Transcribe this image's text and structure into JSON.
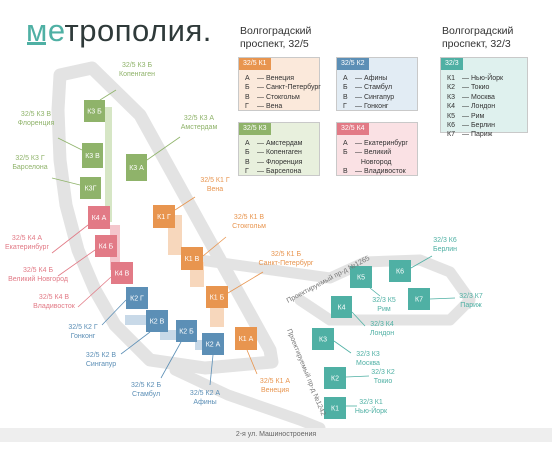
{
  "logo": {
    "accent": "ме",
    "rest": "трополия."
  },
  "headers": {
    "left_line1": "Волгоградский",
    "left_line2": "проспект, 32/5",
    "right_line1": "Волгоградский",
    "right_line2": "проспект, 32/3"
  },
  "colors": {
    "k1": "#e8954f",
    "k1_bg": "#fbe9db",
    "k2": "#5c8fb6",
    "k2_bg": "#e2ecf4",
    "k3": "#8fb36a",
    "k3_bg": "#e8f0dd",
    "k4": "#e27a86",
    "k4_bg": "#fae1e4",
    "k323": "#4fb0a4",
    "k323_bg": "#dff1ee",
    "road": "#e3e3e3"
  },
  "legend": {
    "k1": {
      "title": "32/5 К1",
      "rows": [
        {
          "l": "А",
          "t": "Венеция"
        },
        {
          "l": "Б",
          "t": "Санкт-Петербург"
        },
        {
          "l": "В",
          "t": "Стокгольм"
        },
        {
          "l": "Г",
          "t": "Вена"
        }
      ]
    },
    "k2": {
      "title": "32/5 К2",
      "rows": [
        {
          "l": "А",
          "t": "Афины"
        },
        {
          "l": "Б",
          "t": "Стамбул"
        },
        {
          "l": "В",
          "t": "Сингапур"
        },
        {
          "l": "Г",
          "t": "Гонконг"
        }
      ]
    },
    "k3": {
      "title": "32/5 К3",
      "rows": [
        {
          "l": "А",
          "t": "Амстердам"
        },
        {
          "l": "Б",
          "t": "Копенгаген"
        },
        {
          "l": "В",
          "t": "Флоренция"
        },
        {
          "l": "Г",
          "t": "Барселона"
        }
      ]
    },
    "k4": {
      "title": "32/5 К4",
      "rows": [
        {
          "l": "А",
          "t": "Екатеринбург"
        },
        {
          "l": "Б",
          "t": "Великий"
        },
        {
          "l": "",
          "t": "Новгород"
        },
        {
          "l": "В",
          "t": "Владивосток"
        }
      ]
    },
    "k323": {
      "title": "32/3",
      "rows": [
        {
          "l": "К1",
          "t": "Нью-Йорк"
        },
        {
          "l": "К2",
          "t": "Токио"
        },
        {
          "l": "К3",
          "t": "Москва"
        },
        {
          "l": "К4",
          "t": "Лондон"
        },
        {
          "l": "К5",
          "t": "Рим"
        },
        {
          "l": "К6",
          "t": "Берлин"
        },
        {
          "l": "К7",
          "t": "Париж"
        }
      ]
    }
  },
  "buildings": [
    {
      "id": "k3b",
      "label": "К3 Б",
      "group": "k3"
    },
    {
      "id": "k3a",
      "label": "К3 А",
      "group": "k3"
    },
    {
      "id": "k3v",
      "label": "К3 В",
      "group": "k3"
    },
    {
      "id": "k3g",
      "label": "К3Г",
      "group": "k3"
    },
    {
      "id": "k4a",
      "label": "К4 А",
      "group": "k4"
    },
    {
      "id": "k4b",
      "label": "К4 Б",
      "group": "k4"
    },
    {
      "id": "k4v",
      "label": "К4 В",
      "group": "k4"
    },
    {
      "id": "k1g",
      "label": "К1 Г",
      "group": "k1"
    },
    {
      "id": "k1v",
      "label": "К1 В",
      "group": "k1"
    },
    {
      "id": "k1b",
      "label": "К1 Б",
      "group": "k1"
    },
    {
      "id": "k1a",
      "label": "К1 А",
      "group": "k1"
    },
    {
      "id": "k2g",
      "label": "К2 Г",
      "group": "k2"
    },
    {
      "id": "k2v",
      "label": "К2 В",
      "group": "k2"
    },
    {
      "id": "k2b",
      "label": "К2 Б",
      "group": "k2"
    },
    {
      "id": "k2a",
      "label": "К2 А",
      "group": "k2"
    },
    {
      "id": "b_k5",
      "label": "К5",
      "group": "k323"
    },
    {
      "id": "b_k6",
      "label": "К6",
      "group": "k323"
    },
    {
      "id": "b_k4",
      "label": "К4",
      "group": "k323"
    },
    {
      "id": "b_k7",
      "label": "К7",
      "group": "k323"
    },
    {
      "id": "b_k3",
      "label": "К3",
      "group": "k323"
    },
    {
      "id": "b_k2",
      "label": "К2",
      "group": "k323"
    },
    {
      "id": "b_k1",
      "label": "К1",
      "group": "k323"
    }
  ],
  "labels": [
    {
      "id": "l_k3b",
      "lines": [
        "32/5 К3 Б",
        "Копенгаген"
      ],
      "group": "k3"
    },
    {
      "id": "l_k3v",
      "lines": [
        "32/5 К3 В",
        "Флоренция"
      ],
      "group": "k3"
    },
    {
      "id": "l_k3a",
      "lines": [
        "32/5 К3 А",
        "Амстердам"
      ],
      "group": "k3"
    },
    {
      "id": "l_k3g",
      "lines": [
        "32/5 К3 Г",
        "Барселона"
      ],
      "group": "k3"
    },
    {
      "id": "l_k1g",
      "lines": [
        "32/5 К1 Г",
        "Вена"
      ],
      "group": "k1"
    },
    {
      "id": "l_k1v",
      "lines": [
        "32/5 К1 В",
        "Стокгольм"
      ],
      "group": "k1"
    },
    {
      "id": "l_k1b",
      "lines": [
        "32/5 К1 Б",
        "Санкт-Петербург"
      ],
      "group": "k1"
    },
    {
      "id": "l_k1a",
      "lines": [
        "32/5 К1 А",
        "Венеция"
      ],
      "group": "k1"
    },
    {
      "id": "l_k4a",
      "lines": [
        "32/5 К4 А",
        "Екатеринбург"
      ],
      "group": "k4"
    },
    {
      "id": "l_k4b",
      "lines": [
        "32/5 К4 Б",
        "Великий Новгород"
      ],
      "group": "k4"
    },
    {
      "id": "l_k4v",
      "lines": [
        "32/5 К4 В",
        "Владивосток"
      ],
      "group": "k4"
    },
    {
      "id": "l_k2g",
      "lines": [
        "32/5 К2 Г",
        "Гонконг"
      ],
      "group": "k2"
    },
    {
      "id": "l_k2v",
      "lines": [
        "32/5 К2 В",
        "Сингапур"
      ],
      "group": "k2"
    },
    {
      "id": "l_k2b",
      "lines": [
        "32/5 К2 Б",
        "Стамбул"
      ],
      "group": "k2"
    },
    {
      "id": "l_k2a",
      "lines": [
        "32/5 К2 А",
        "Афины"
      ],
      "group": "k2"
    },
    {
      "id": "l_k6",
      "lines": [
        "32/3 К6",
        "Берлин"
      ],
      "group": "k323"
    },
    {
      "id": "l_k5",
      "lines": [
        "32/3 К5",
        "Рим"
      ],
      "group": "k323"
    },
    {
      "id": "l_k7",
      "lines": [
        "32/3 К7",
        "Париж"
      ],
      "group": "k323"
    },
    {
      "id": "l_k4",
      "lines": [
        "32/3 К4",
        "Лондон"
      ],
      "group": "k323"
    },
    {
      "id": "l_k3",
      "lines": [
        "32/3 К3",
        "Москва"
      ],
      "group": "k323"
    },
    {
      "id": "l_k2",
      "lines": [
        "32/3 К2",
        "Токио"
      ],
      "group": "k323"
    },
    {
      "id": "l_k1",
      "lines": [
        "32/3 К1",
        "Нью-Йорк"
      ],
      "group": "k323"
    }
  ],
  "roads": {
    "passage_1": "Проектируемый пр-д №1265",
    "passage_2": "Проектируемый пр-д №1242"
  },
  "footer": "2-я ул. Машиностроения"
}
